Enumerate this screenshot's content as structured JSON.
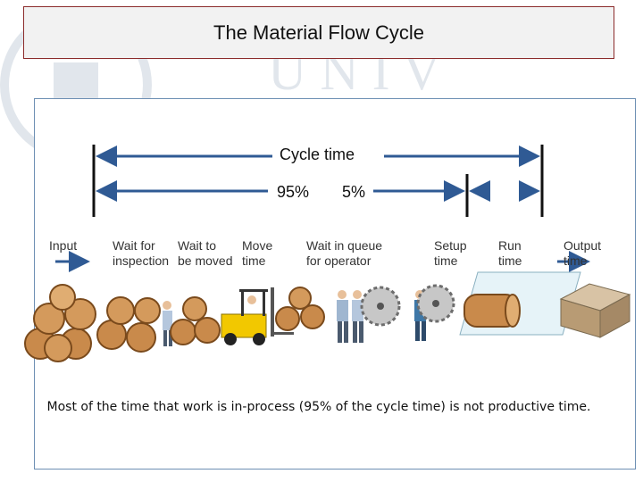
{
  "title": "The Material Flow Cycle",
  "cycle_time_label": "Cycle time",
  "pct_nonproductive": "95%",
  "pct_productive": "5%",
  "stages": {
    "input": "Input",
    "wait_inspection": "Wait for\ninspection",
    "wait_move": "Wait to\nbe moved",
    "move": "Move\ntime",
    "wait_queue": "Wait in queue\nfor operator",
    "setup": "Setup\ntime",
    "run": "Run\ntime",
    "output": "Output\ntime"
  },
  "caption": "Most of the time that work is in-process (95% of the cycle time) is not productive time.",
  "colors": {
    "arrow": "#2f5a94",
    "bar": "#111111",
    "wood": "#c98a4b",
    "forklift": "#f2c800"
  }
}
